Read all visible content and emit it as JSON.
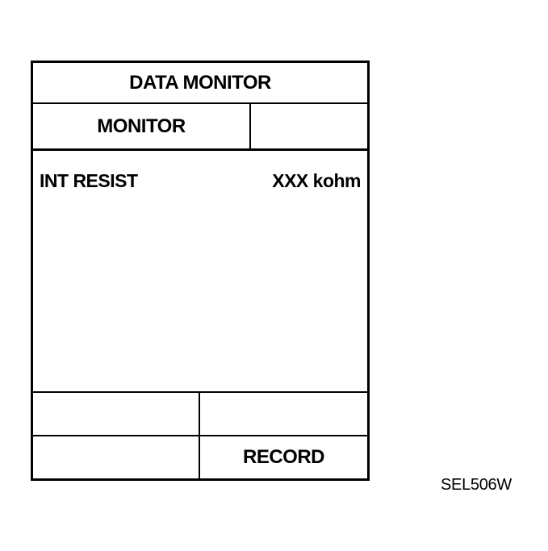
{
  "screen": {
    "title": "DATA MONITOR",
    "header": {
      "label": "MONITOR",
      "right_cell": ""
    },
    "items": [
      {
        "label": "INT RESIST",
        "value": "XXX kohm"
      }
    ],
    "buttons": {
      "row1_left": "",
      "row1_right": "",
      "row2_left": "",
      "row2_right": "RECORD"
    }
  },
  "figure_code": "SEL506W"
}
